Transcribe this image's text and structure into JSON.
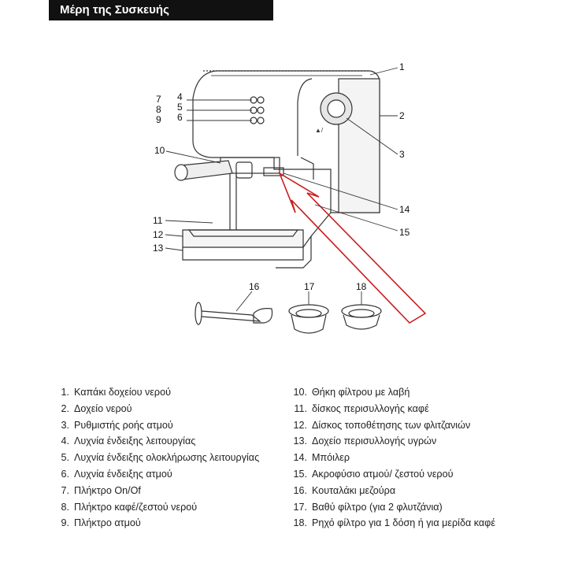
{
  "header": {
    "title": "Μέρη της Συσκευής"
  },
  "callouts": [
    "1",
    "2",
    "3",
    "4",
    "5",
    "6",
    "7",
    "8",
    "9",
    "10",
    "11",
    "12",
    "13",
    "14",
    "15",
    "16",
    "17",
    "18"
  ],
  "parts_left": [
    {
      "num": "1.",
      "text": "Καπάκι δοχείου νερού"
    },
    {
      "num": "2.",
      "text": "Δοχείο νερού"
    },
    {
      "num": "3.",
      "text": "Ρυθμιστής ροής ατμού"
    },
    {
      "num": "4.",
      "text": "Λυχνία ένδειξης λειτουργίας"
    },
    {
      "num": "5.",
      "text": "Λυχνία ένδειξης ολοκλήρωσης λειτουργίας"
    },
    {
      "num": "6.",
      "text": "Λυχνία ένδειξης ατμού"
    },
    {
      "num": "7.",
      "text": "Πλήκτρο On/Of"
    },
    {
      "num": "8.",
      "text": "Πλήκτρο καφέ/ζεστού νερού"
    },
    {
      "num": "9.",
      "text": "Πλήκτρο ατμού"
    }
  ],
  "parts_right": [
    {
      "num": "10.",
      "text": "Θήκη φίλτρου με λαβή"
    },
    {
      "num": "11.",
      "text": "δίσκος περισυλλογής καφέ"
    },
    {
      "num": "12.",
      "text": "Δίσκος τοποθέτησης των φλιτζανιών"
    },
    {
      "num": "13.",
      "text": "Δοχείο περισυλλογής υγρών"
    },
    {
      "num": "14.",
      "text": "Μπόιλερ"
    },
    {
      "num": "15.",
      "text": "Ακροφύσιο ατμού/ ζεστού νερού"
    },
    {
      "num": "16.",
      "text": "Κουταλάκι μεζούρα"
    },
    {
      "num": "17.",
      "text": "Βαθύ φίλτρο (για 2 φλυτζάνια)"
    },
    {
      "num": "18.",
      "text": "Ρηχό φίλτρο για 1 δόση ή για μερίδα καφέ"
    }
  ],
  "colors": {
    "arrow": "#c81e1e",
    "title_bg": "#111111"
  }
}
